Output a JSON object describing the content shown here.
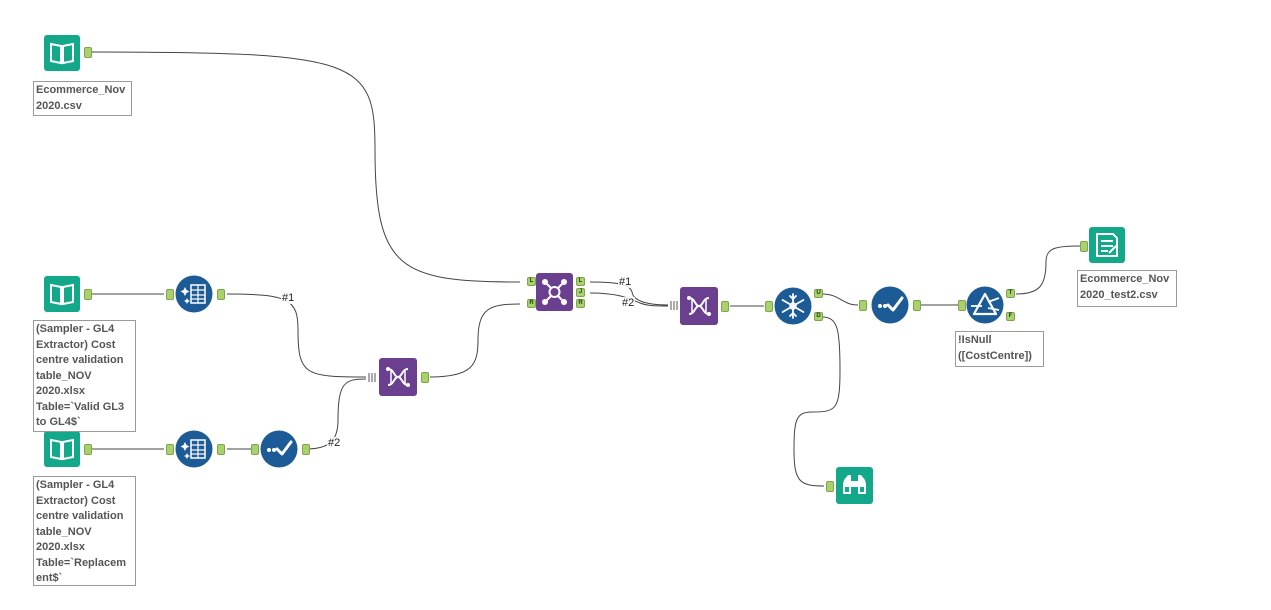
{
  "colors": {
    "input_green": "#13a88a",
    "blue_tool": "#1d5b96",
    "purple_tool": "#6b3f8f",
    "anchor_green": "#a9d26f",
    "connection": "#444444"
  },
  "tools": [
    {
      "id": "input1",
      "icon": "book-input-icon"
    },
    {
      "id": "input2",
      "icon": "book-input-icon"
    },
    {
      "id": "input3",
      "icon": "book-input-icon"
    },
    {
      "id": "select1",
      "icon": "select-grid-icon"
    },
    {
      "id": "select2",
      "icon": "select-grid-icon"
    },
    {
      "id": "filter_check",
      "icon": "check-flow-icon"
    },
    {
      "id": "union1",
      "icon": "dna-union-icon"
    },
    {
      "id": "join1",
      "icon": "join-network-icon"
    },
    {
      "id": "union2",
      "icon": "dna-union-icon"
    },
    {
      "id": "unique1",
      "icon": "snowflake-unique-icon"
    },
    {
      "id": "check2",
      "icon": "check-flow-icon"
    },
    {
      "id": "filter1",
      "icon": "prism-filter-icon"
    },
    {
      "id": "output1",
      "icon": "output-file-icon"
    },
    {
      "id": "browse1",
      "icon": "binoculars-browse-icon"
    }
  ],
  "annotations": {
    "input1": [
      "Ecommerce_Nov",
      "2020.csv"
    ],
    "input2": [
      "(Sampler - GL4",
      "Extractor) Cost",
      "centre validation",
      "table_NOV",
      "2020.xlsx",
      "Table=`Valid GL3",
      "to GL4$`"
    ],
    "input3": [
      "(Sampler - GL4",
      "Extractor) Cost",
      "centre validation",
      "table_NOV",
      "2020.xlsx",
      "Table=`Replacem",
      "ent$`"
    ],
    "filter1": [
      "!IsNull",
      "([CostCentre])"
    ],
    "output1": [
      "Ecommerce_Nov",
      "2020_test2.csv"
    ]
  },
  "connection_labels": {
    "union1_in1": "#1",
    "union1_in2": "#2",
    "union2_in1": "#1",
    "union2_in2": "#2"
  },
  "anchor_labels": {
    "join_left": "L",
    "join_right": "R",
    "join_out_left": "L",
    "join_out_join": "J",
    "join_out_right": "R",
    "unique_out_unique": "U",
    "unique_out_dup": "D",
    "filter_true": "T",
    "filter_false": "F"
  }
}
